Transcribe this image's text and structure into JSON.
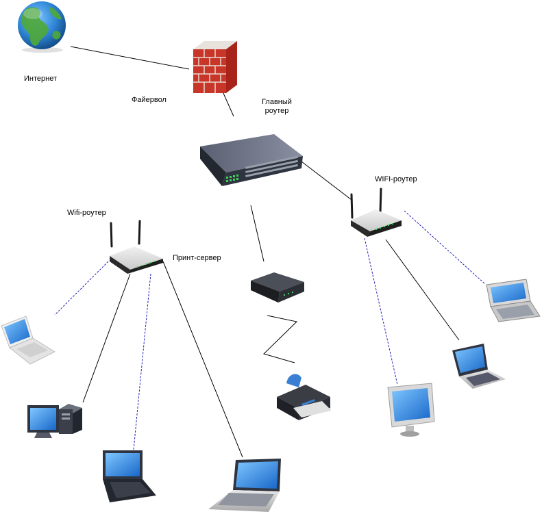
{
  "labels": {
    "internet": "Интернет",
    "firewall": "Файервол",
    "main_router_line1": "Главный",
    "main_router_line2": "роутер",
    "wifi_router_left": "Wifi-роутер",
    "wifi_router_right": "WIFI-роутер",
    "print_server": "Принт-сервер"
  },
  "colors": {
    "wired_link": "#000000",
    "wireless_link": "#1f1fb8",
    "globe_ocean": "#2f86d6",
    "globe_land": "#4fa83a",
    "brick": "#c8362a",
    "device_dark": "#2e3440",
    "screen": "#2f8be0"
  }
}
